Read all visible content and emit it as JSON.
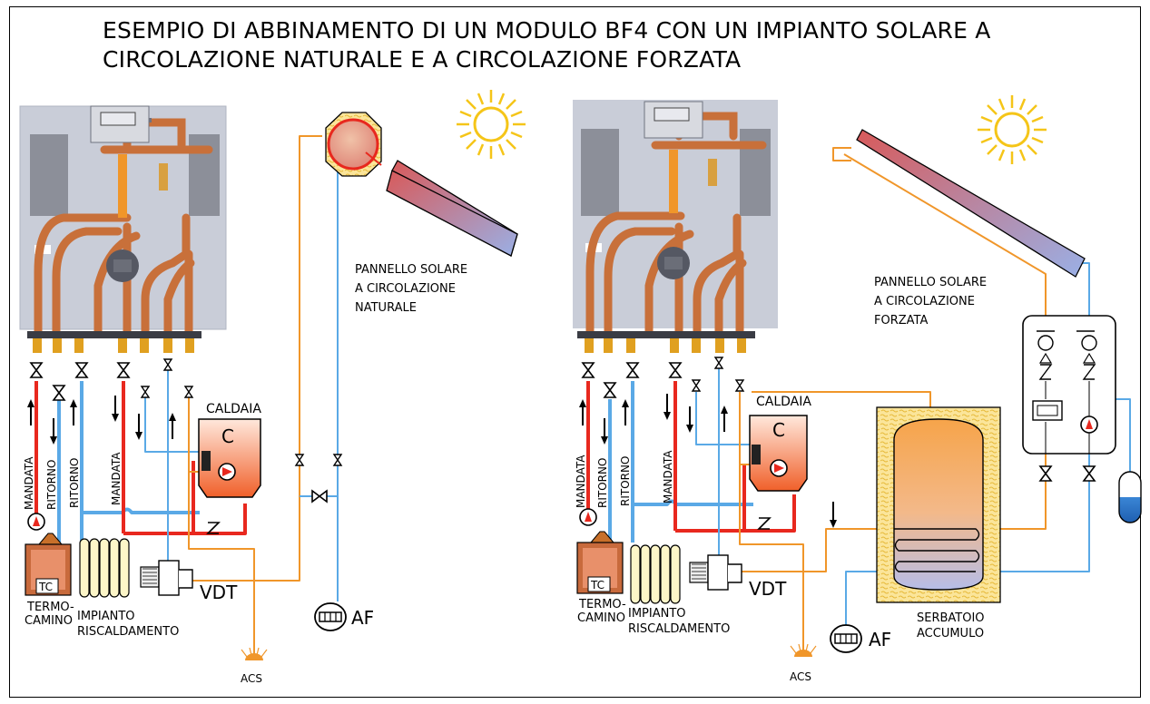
{
  "title": {
    "line1": "ESEMPIO DI ABBINAMENTO DI UN MODULO BF4 CON UN IMPIANTO SOLARE A",
    "line2": "CIRCOLAZIONE NATURALE E A CIRCOLAZIONE FORZATA"
  },
  "left": {
    "mandata_1": "MANDATA",
    "ritorno_1": "RITORNO",
    "ritorno_2": "RITORNO",
    "mandata_2": "MANDATA",
    "caldaia": "CALDAIA",
    "caldaia_letter": "C",
    "tc": "TC",
    "termocamino_1": "TERMO-",
    "termocamino_2": "CAMINO",
    "impianto_1": "IMPIANTO",
    "impianto_2": "RISCALDAMENTO",
    "vdt": "VDT",
    "acs": "ACS",
    "af": "AF",
    "panel_1": "PANNELLO SOLARE",
    "panel_2": "A CIRCOLAZIONE",
    "panel_3": "NATURALE"
  },
  "right": {
    "mandata_1": "MANDATA",
    "ritorno_1": "RITORNO",
    "ritorno_2": "RITORNO",
    "mandata_2": "MANDATA",
    "caldaia": "CALDAIA",
    "caldaia_letter": "C",
    "tc": "TC",
    "termocamino_1": "TERMO-",
    "termocamino_2": "CAMINO",
    "impianto_1": "IMPIANTO",
    "impianto_2": "RISCALDAMENTO",
    "vdt": "VDT",
    "acs": "ACS",
    "af": "AF",
    "panel_1": "PANNELLO SOLARE",
    "panel_2": "A CIRCOLAZIONE",
    "panel_3": "FORZATA",
    "serbatoio_1": "SERBATOIO",
    "serbatoio_2": "ACCUMULO"
  },
  "colors": {
    "hot_pipe": "#e8281e",
    "cold_pipe": "#5aa9e6",
    "orange_pipe": "#f0962a",
    "copper": "#c8703a",
    "sun": "#f5c518",
    "panel_wall": "#c9cdd8"
  },
  "icons": [
    "sun-icon",
    "valve-icon",
    "pump-icon",
    "radiator-icon",
    "shower-icon",
    "water-meter-icon",
    "check-valve-icon",
    "expansion-vessel-icon",
    "thermometer-icon"
  ]
}
